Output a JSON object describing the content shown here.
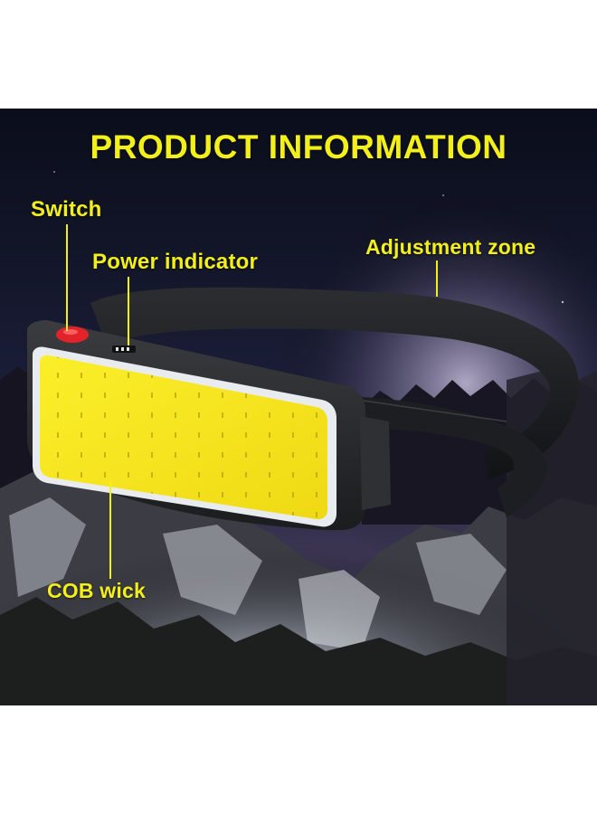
{
  "title": "PRODUCT INFORMATION",
  "callouts": {
    "switch": "Switch",
    "power_indicator": "Power indicator",
    "adjustment_zone": "Adjustment zone",
    "cob_wick": "COB wick"
  },
  "colors": {
    "label": "#f2ef1a",
    "cob_panel": "#f6e61a",
    "housing": "#2a2c2e",
    "switch": "#e3232a",
    "night_sky": "#1b1e33"
  }
}
